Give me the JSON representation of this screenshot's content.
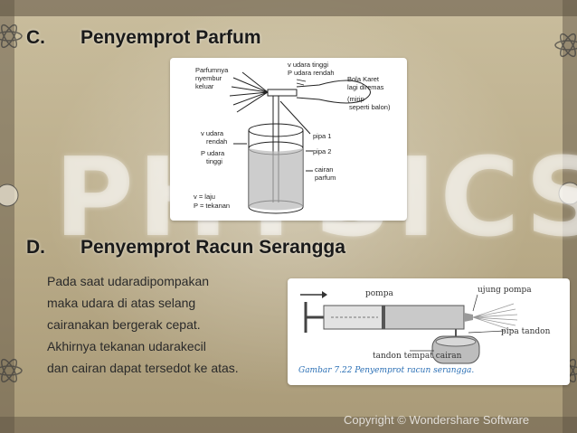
{
  "watermark": "PHYSICS",
  "section_c": {
    "letter": "C.",
    "title": "Penyemprot Parfum"
  },
  "figure_parfum": {
    "labels": {
      "parfum_keluar": [
        "Parfumnya",
        "nyembur",
        "keluar"
      ],
      "v_tinggi": [
        "v  udara tinggi",
        "P udara rendah"
      ],
      "bola_karet": [
        "Bola Karet",
        "lagi diremas",
        "(mirip",
        "seperti balon)"
      ],
      "v_rendah": [
        "v  udara",
        "rendah",
        "P udara",
        "tinggi"
      ],
      "pipa1": "pipa 1",
      "pipa2": "pipa  2",
      "cairan": [
        "cairan",
        "parfum"
      ],
      "legend": [
        "v = laju",
        "P = tekanan"
      ]
    }
  },
  "section_d": {
    "letter": "D.",
    "title": "Penyemprot Racun Serangga"
  },
  "body_lines": [
    "Pada saat udaradipompakan",
    "maka udara di atas selang",
    "cairanakan bergerak cepat.",
    "Akhirnya tekanan udarakecil",
    "dan cairan dapat tersedot ke atas."
  ],
  "figure_pompa": {
    "labels": {
      "pompa": "pompa",
      "ujung_pompa": "ujung pompa",
      "pipa_tandon": "pipa tandon",
      "tandon": "tandon tempat cairan"
    },
    "caption": "Gambar 7.22  Penyemprot racun serangga."
  },
  "copyright": "Copyright © Wondershare Software"
}
